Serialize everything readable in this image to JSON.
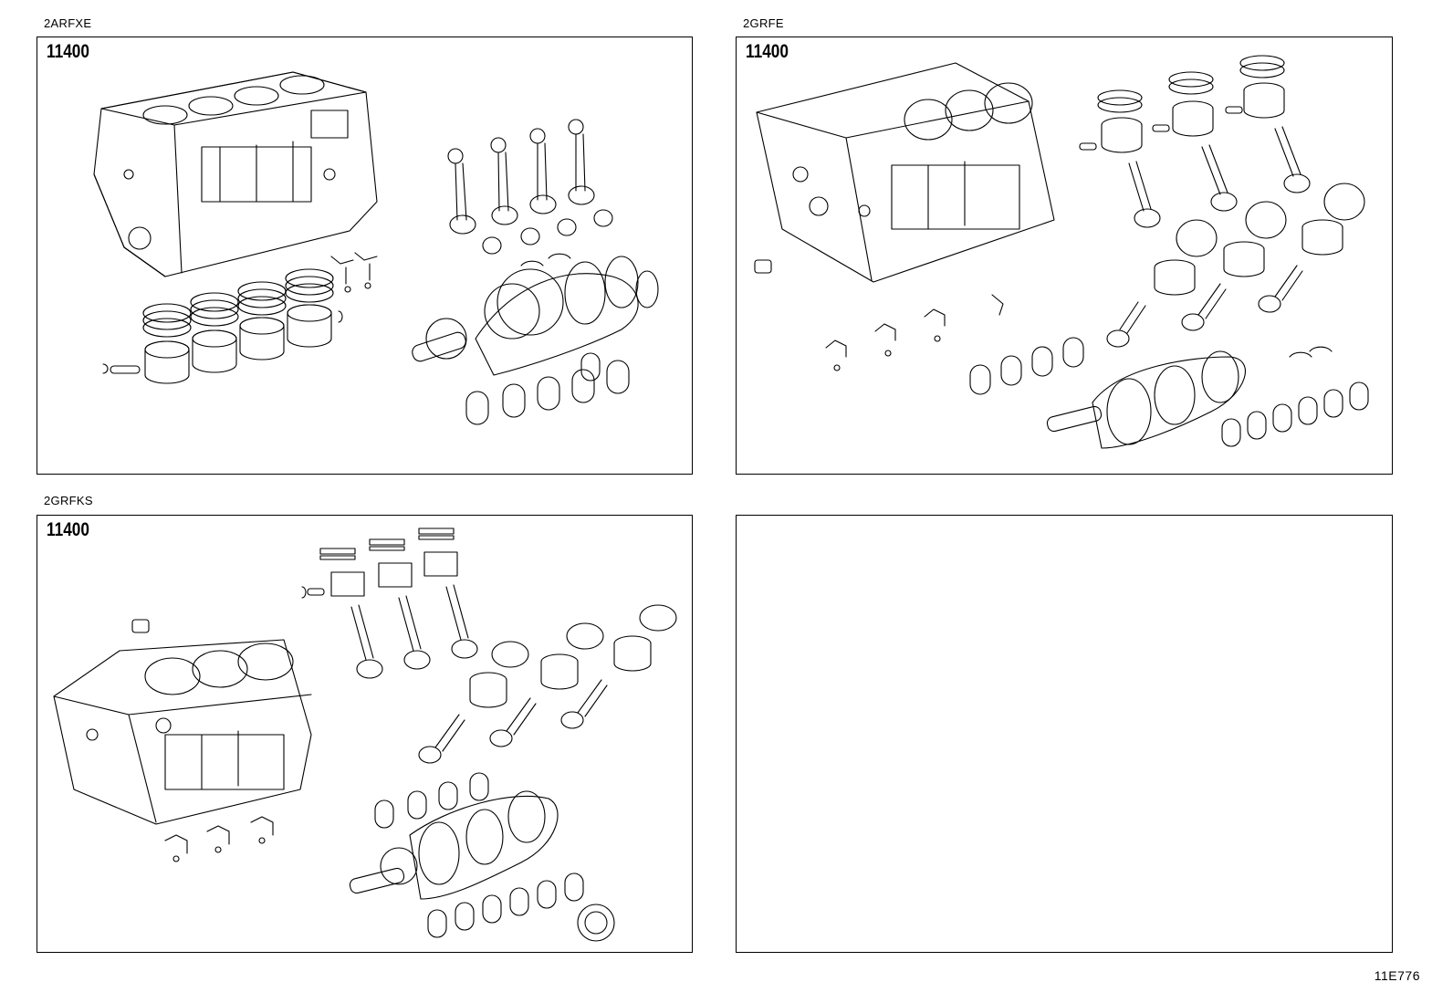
{
  "panels": [
    {
      "engine": "2ARFXE",
      "part_number": "11400"
    },
    {
      "engine": "2GRFE",
      "part_number": "11400"
    },
    {
      "engine": "2GRFKS",
      "part_number": "11400"
    },
    {
      "engine": "",
      "part_number": ""
    }
  ],
  "diagram_code": "11E776"
}
